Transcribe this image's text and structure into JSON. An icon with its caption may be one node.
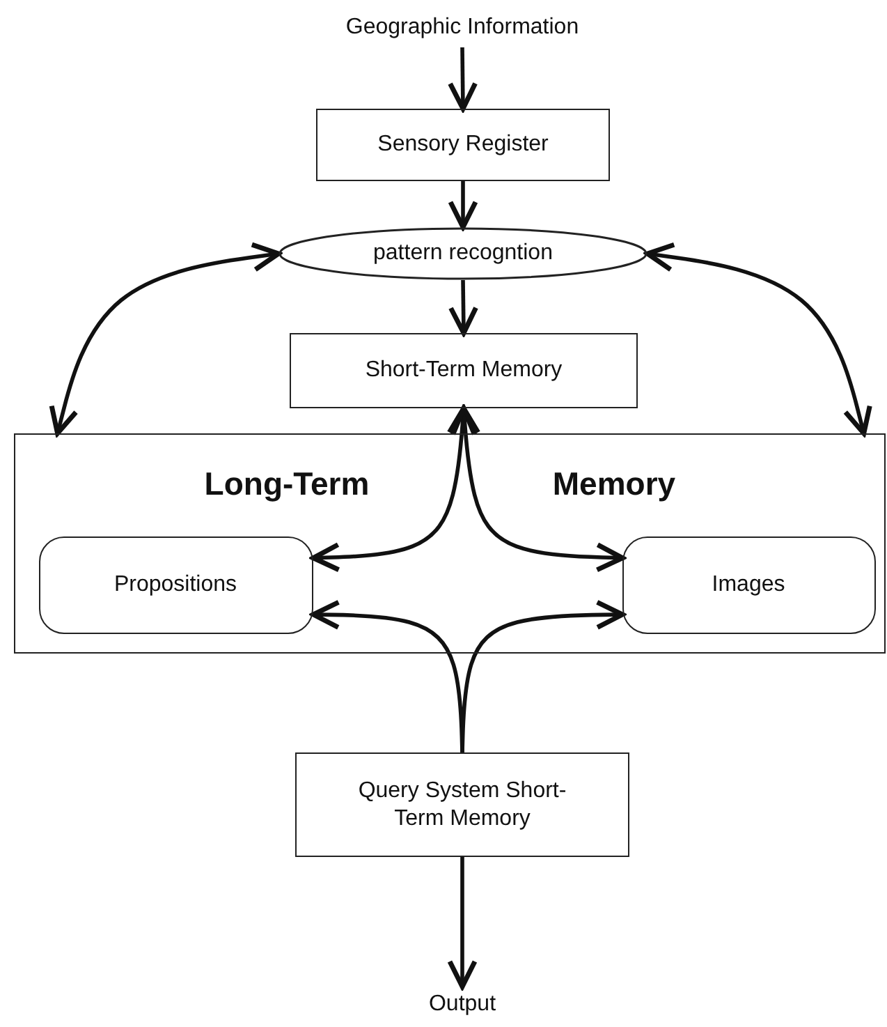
{
  "diagram": {
    "nodes": [
      {
        "text": [
          "Geographic Information"
        ]
      },
      {
        "text": [
          "Sensory Register"
        ]
      },
      {
        "text": [
          "pattern recogntion"
        ]
      },
      {
        "text": [
          "Short-Term Memory"
        ]
      },
      {
        "text": [
          "Long-Term",
          "Memory"
        ]
      },
      {
        "text": [
          "Propositions"
        ],
        "in": 4
      },
      {
        "text": [
          "Images"
        ],
        "in": 4
      },
      {
        "text": [
          "Query System Short-Term Memory"
        ]
      },
      {
        "text": [
          "Output"
        ]
      }
    ],
    "edges": [
      {
        "from": 0,
        "to": 1,
        "arrow": "to"
      },
      {
        "from": 1,
        "to": 2,
        "arrow": "to"
      },
      {
        "from": 2,
        "to": 3,
        "arrow": "to"
      },
      {
        "from": 2,
        "to": 4,
        "arrow": "both"
      },
      {
        "from": 2,
        "to": 4,
        "arrow": "both"
      },
      {
        "from": 3,
        "to": 5,
        "arrow": "both"
      },
      {
        "from": 3,
        "to": 6,
        "arrow": "both"
      },
      {
        "from": 7,
        "to": 5,
        "arrow": "to"
      },
      {
        "from": 7,
        "to": 6,
        "arrow": "to"
      },
      {
        "from": 7,
        "to": 8,
        "arrow": "to"
      }
    ]
  }
}
